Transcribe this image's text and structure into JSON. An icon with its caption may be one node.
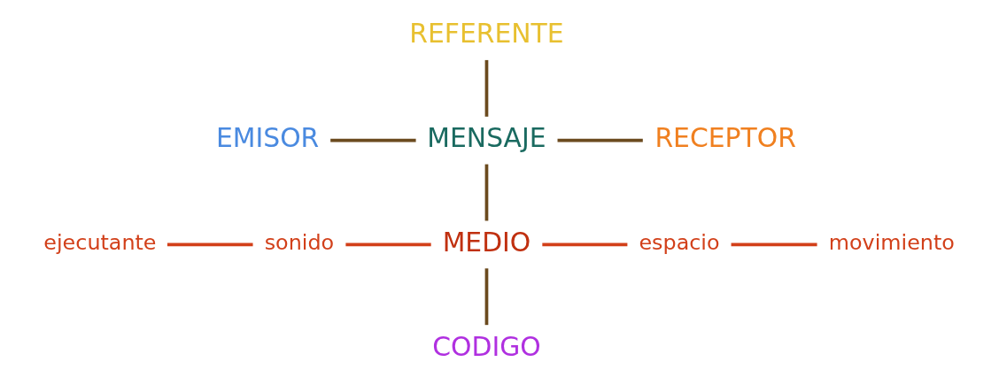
{
  "diagram": {
    "nodes": [
      {
        "text": [
          "REFERENTE"
        ]
      },
      {
        "text": [
          "EMISOR"
        ]
      },
      {
        "text": [
          "MENSAJE"
        ]
      },
      {
        "text": [
          "RECEPTOR"
        ]
      },
      {
        "text": [
          "ejecutante"
        ]
      },
      {
        "text": [
          "sonido"
        ]
      },
      {
        "text": [
          "MEDIO"
        ]
      },
      {
        "text": [
          "espacio"
        ]
      },
      {
        "text": [
          "movimiento"
        ]
      },
      {
        "text": [
          "CODIGO"
        ]
      }
    ],
    "edges": [
      {
        "from": 0,
        "to": 2,
        "arrow": "none"
      },
      {
        "from": 1,
        "to": 2,
        "arrow": "none"
      },
      {
        "from": 2,
        "to": 3,
        "arrow": "none"
      },
      {
        "from": 2,
        "to": 6,
        "arrow": "none"
      },
      {
        "from": 4,
        "to": 5,
        "arrow": "none",
        "color": "#d2401a"
      },
      {
        "from": 5,
        "to": 6,
        "arrow": "none",
        "color": "#d2401a"
      },
      {
        "from": 6,
        "to": 7,
        "arrow": "none",
        "color": "#d2401a"
      },
      {
        "from": 7,
        "to": 8,
        "arrow": "none",
        "color": "#d2401a"
      },
      {
        "from": 6,
        "to": 9,
        "arrow": "none"
      }
    ]
  }
}
